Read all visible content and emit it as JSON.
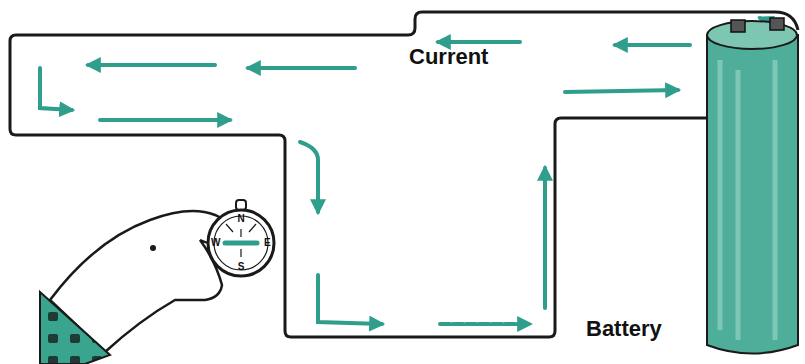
{
  "diagram": {
    "labels": [
      "Current",
      "Battery",
      "N",
      "E",
      "S",
      "W"
    ]
  }
}
